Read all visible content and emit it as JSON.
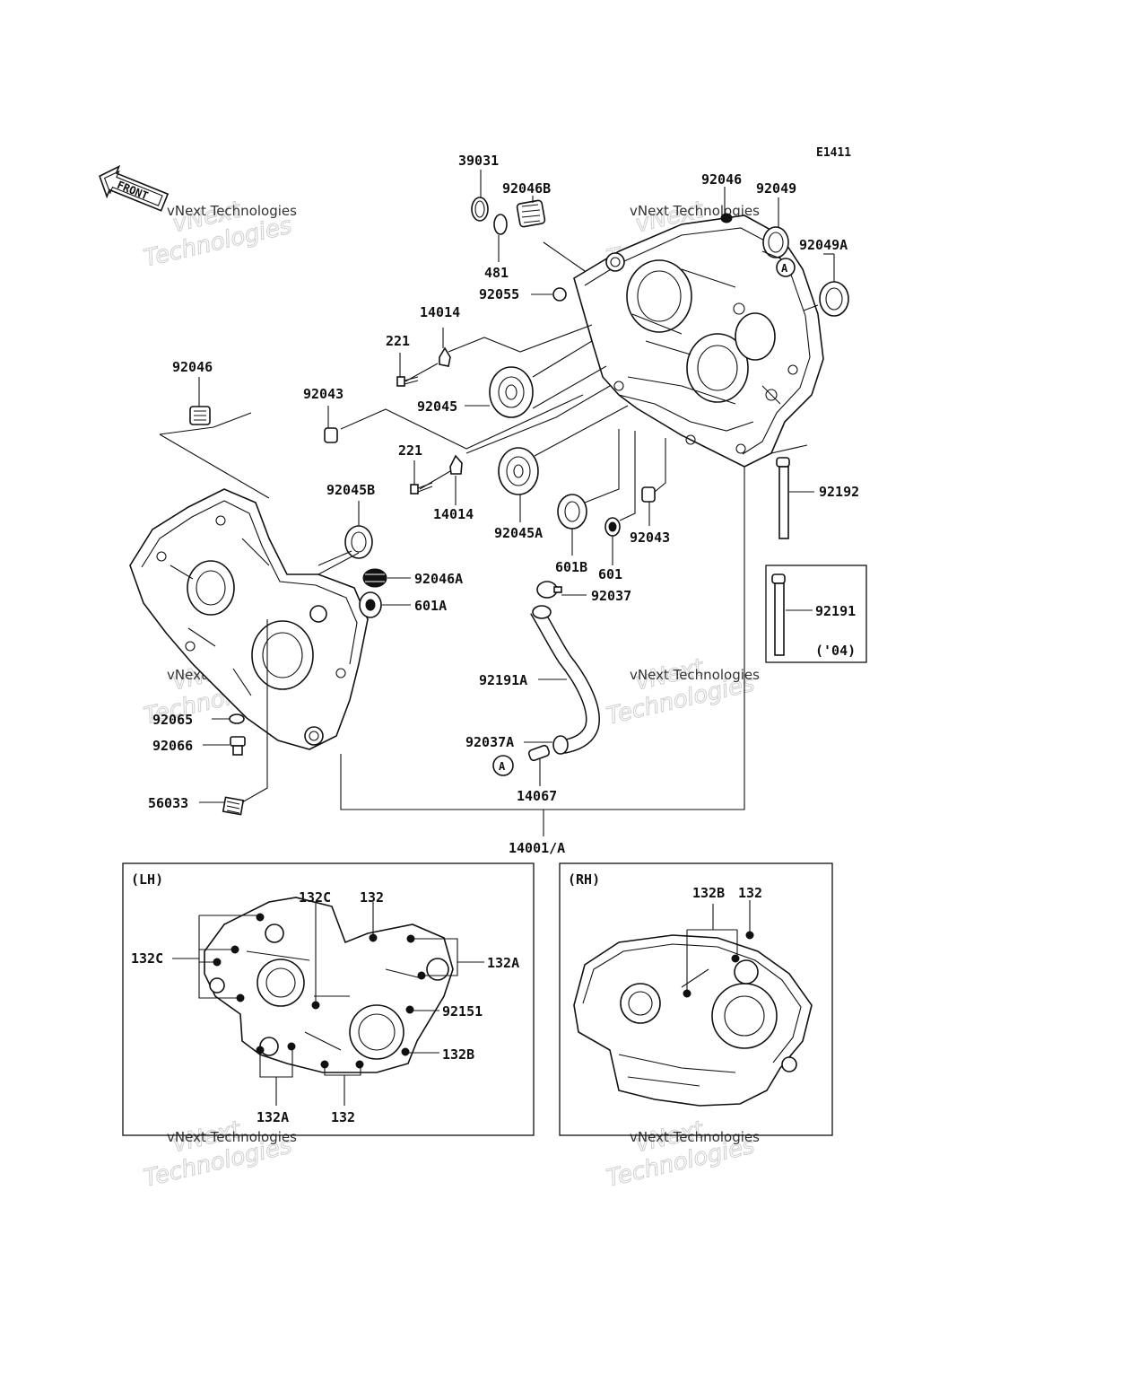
{
  "diagram": {
    "code": "E1411",
    "front_label": "FRONT",
    "ref_marker": "A",
    "watermark": {
      "big_line_1": "vNext",
      "big_line_2": "Technologies",
      "small": "vNext Technologies"
    },
    "labels": {
      "p39031": "39031",
      "p92046B": "92046B",
      "p481": "481",
      "p92055": "92055",
      "p92046_top": "92046",
      "p92049": "92049",
      "p92049A": "92049A",
      "p14014_top": "14014",
      "p221_top": "221",
      "p92046_left": "92046",
      "p92043_left": "92043",
      "p92045": "92045",
      "p221_mid": "221",
      "p14014_mid": "14014",
      "p92045B": "92045B",
      "p92045A": "92045A",
      "p601B": "601B",
      "p601": "601",
      "p92043_right": "92043",
      "p92192": "92192",
      "p92046A": "92046A",
      "p601A": "601A",
      "p92037": "92037",
      "p92191": "92191",
      "p04": "('04)",
      "p92191A": "92191A",
      "p92065": "92065",
      "p92066": "92066",
      "p92037A": "92037A",
      "p14067": "14067",
      "p56033": "56033",
      "p14001A": "14001/A"
    },
    "lh_panel": {
      "title": "(LH)",
      "labels": {
        "c132C_top": "132C",
        "c132_top": "132",
        "c132C_left": "132C",
        "c132A_right": "132A",
        "c92151": "92151",
        "c132B": "132B",
        "c132A_bottom": "132A",
        "c132_bottom": "132"
      }
    },
    "rh_panel": {
      "title": "(RH)",
      "labels": {
        "c132B": "132B",
        "c132": "132"
      }
    }
  }
}
